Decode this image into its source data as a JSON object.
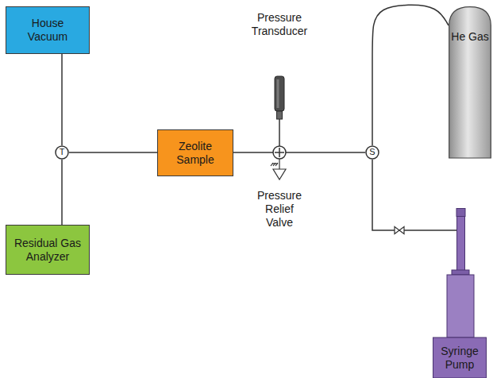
{
  "diagram": {
    "nodes": [
      {
        "text": [
          "House Vacuum"
        ]
      },
      {
        "text": [
          "T"
        ]
      },
      {
        "text": [
          "Zeolite Sample"
        ]
      },
      {
        "text": [
          "S"
        ]
      },
      {
        "text": [
          "He Gas"
        ]
      },
      {
        "text": [
          "Residual Gas Analyzer"
        ]
      },
      {
        "text": [
          "Syringe Pump"
        ]
      }
    ],
    "edges": [
      {
        "from": 0,
        "to": 1,
        "arrow": "none"
      },
      {
        "from": 1,
        "to": 5,
        "arrow": "none"
      },
      {
        "from": 1,
        "to": 2,
        "arrow": "none"
      },
      {
        "from": 2,
        "to": 3,
        "arrow": "none"
      },
      {
        "from": 3,
        "to": 4,
        "arrow": "none"
      },
      {
        "from": 3,
        "to": 6,
        "arrow": "none"
      }
    ],
    "labels": [
      "Pressure Transducer",
      "Pressure Relief Valve"
    ]
  }
}
